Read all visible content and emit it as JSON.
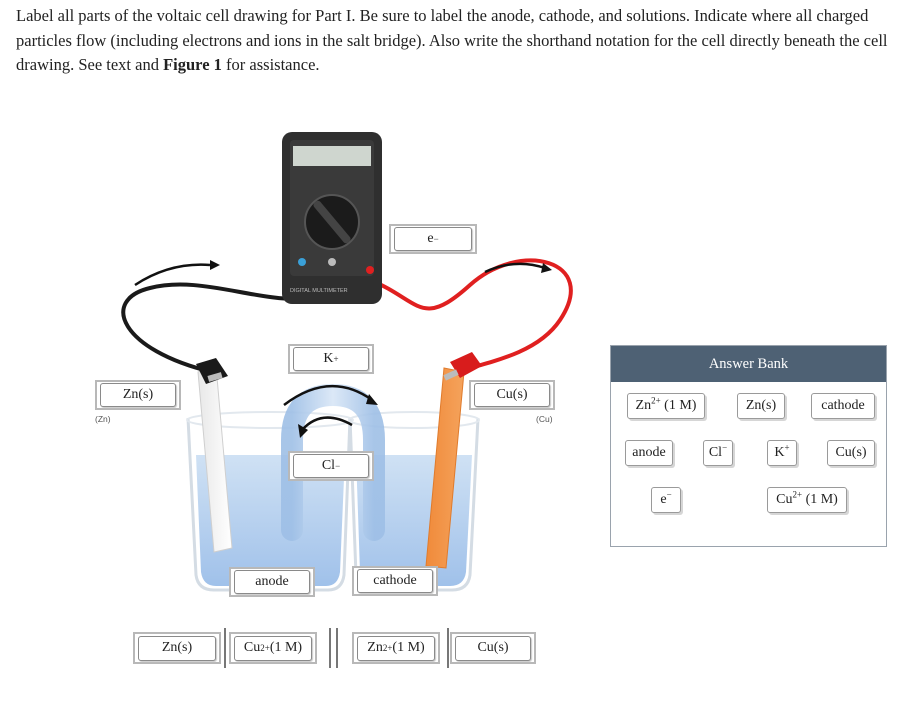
{
  "instructions": {
    "part1": "Label all parts of the voltaic cell drawing for Part I. Be sure to label the anode, cathode, and solutions. Indicate where all charged particles flow (including electrons and ions in the salt bridge). Also write the shorthand notation for the cell directly beneath the cell drawing. See text and ",
    "figure_ref": "Figure 1",
    "part2": " for assistance."
  },
  "diagram": {
    "multimeter_label": "DIGITAL MULTIMETER",
    "left_electrode_caption": "(Zn)",
    "right_electrode_caption": "(Cu)",
    "targets": {
      "electron": "e−",
      "left_electrode": "Zn(s)",
      "right_electrode": "Cu(s)",
      "cation": "K+",
      "anion": "Cl−",
      "left_label": "anode",
      "right_label": "cathode"
    }
  },
  "answer_bank": {
    "title": "Answer Bank",
    "chips": [
      "Zn2+ (1 M)",
      "Zn(s)",
      "cathode",
      "anode",
      "Cl−",
      "K+",
      "Cu(s)",
      "e−",
      "Cu2+ (1 M)"
    ]
  },
  "notation": {
    "slots": [
      "Zn(s)",
      "Cu2+ (1 M)",
      "Zn2+ (1 M)",
      "Cu(s)"
    ]
  }
}
